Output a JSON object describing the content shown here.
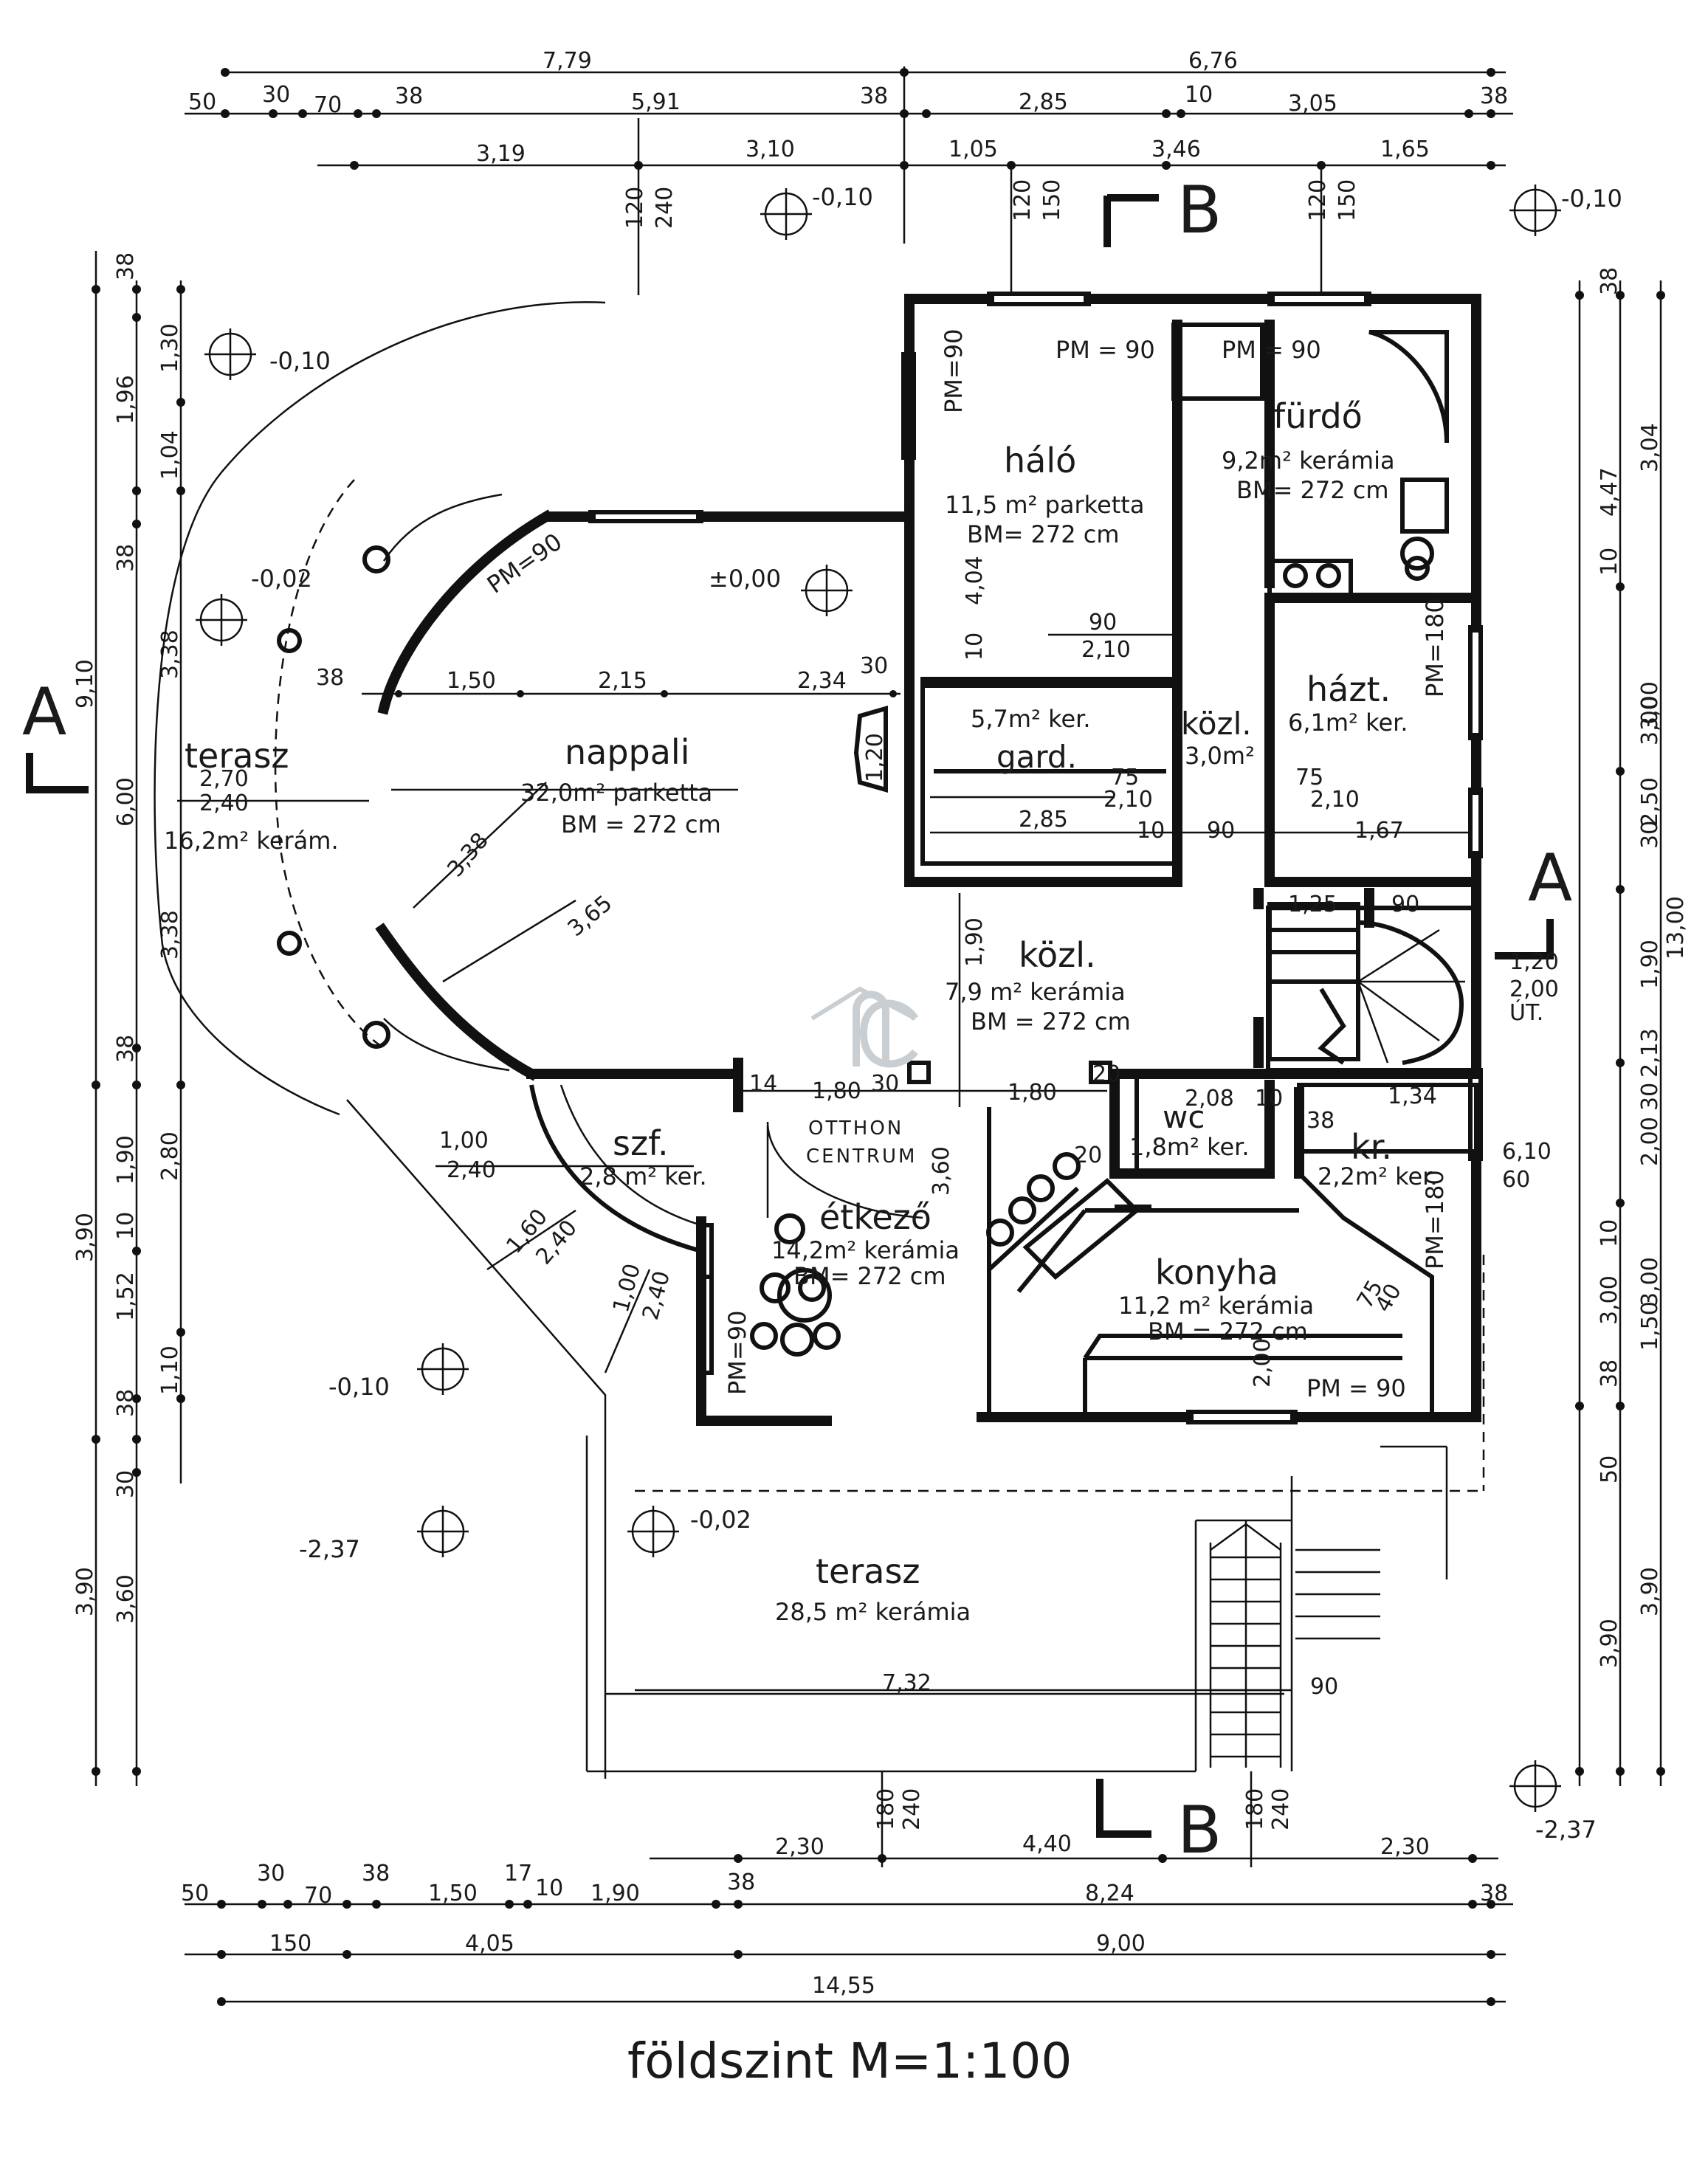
{
  "title": "földszint  M=1:100",
  "logo": {
    "line1": "OTTHON",
    "line2": "CENTRUM"
  },
  "section_marks": {
    "a": "A",
    "b": "B"
  },
  "levels": {
    "top_mid": "-0,10",
    "top_right": "-0,10",
    "left_top": "-0,10",
    "terrace_left": "-0,02",
    "center": "±0,00",
    "left_lower": "-0,10",
    "bottom_left": "-2,37",
    "bottom_terrace": "-0,02",
    "bottom_right": "-2,37"
  },
  "top_dims": {
    "row1": [
      "7,79",
      "6,76"
    ],
    "row2": [
      "50",
      "30",
      "70",
      "38",
      "5,91",
      "38",
      "2,85",
      "10",
      "3,05",
      "38"
    ],
    "row3": [
      "3,19",
      "3,10",
      "1,05",
      "3,46",
      "1,65"
    ],
    "window": [
      "120",
      "240",
      "120",
      "150",
      "120",
      "150"
    ]
  },
  "bottom_dims": {
    "row1": [
      "2,30",
      "4,40",
      "2,30"
    ],
    "row2": [
      "50",
      "30",
      "70",
      "38",
      "1,50",
      "17",
      "10",
      "1,90",
      "38",
      "8,24",
      "38"
    ],
    "row3": [
      "150",
      "4,05",
      "9,00"
    ],
    "row4": [
      "14,55"
    ],
    "window": [
      "180",
      "240",
      "180",
      "240"
    ]
  },
  "left_dims": {
    "outer": [
      "38",
      "1,96",
      "38",
      "6,00",
      "38",
      "3,90",
      "10",
      "38",
      "3,90"
    ],
    "inner": [
      "1,30",
      "1,04",
      "3,38",
      "3,38",
      "1,90",
      "2,80",
      "1,52",
      "1,10",
      "30",
      "3,60",
      "9,10"
    ]
  },
  "right_dims": {
    "outer": [
      "38",
      "4,47",
      "10",
      "3,00",
      "2,50",
      "30",
      "1,90",
      "2,13",
      "30",
      "2,00",
      "10",
      "3,00",
      "1,50",
      "38",
      "50",
      "3,90",
      "13,00"
    ],
    "inner": [
      "3,04",
      "3,00",
      "3,00",
      "3,90"
    ]
  },
  "rooms": [
    {
      "name": "háló",
      "area": "11,5 m² parketta",
      "height": "BM= 272 cm"
    },
    {
      "name": "fürdő",
      "area": "9,2m² kerámia",
      "height": "BM= 272 cm"
    },
    {
      "name": "házt.",
      "area": "6,1m² ker."
    },
    {
      "name": "gard.",
      "area": "5,7m² ker."
    },
    {
      "name": "közl.",
      "area": "3,0m²"
    },
    {
      "name": "nappali",
      "area": "32,0m² parketta",
      "height": "BM = 272 cm"
    },
    {
      "name": "terasz",
      "area": "16,2m² kerám."
    },
    {
      "name": "közl.",
      "area": "7,9 m² kerámia",
      "height": "BM = 272 cm"
    },
    {
      "name": "szf.",
      "area": "2,8 m² ker."
    },
    {
      "name": "étkező",
      "area": "14,2m² kerámia",
      "height": "BM= 272 cm"
    },
    {
      "name": "wc",
      "area": "1,8m² ker."
    },
    {
      "name": "kr.",
      "area": "2,2m² ker."
    },
    {
      "name": "konyha",
      "area": "11,2 m² kerámia",
      "height": "BM = 272 cm"
    },
    {
      "name": "terasz",
      "area": "28,5 m² kerámia"
    }
  ],
  "labels": {
    "pm90": "PM = 90",
    "pm90b": "PM=90",
    "pm180": "PM=180",
    "interior_dims": [
      "1,50",
      "2,15",
      "2,34",
      "30",
      "38",
      "2,70",
      "2,40",
      "3,38",
      "3,65",
      "1,20",
      "1,90",
      "75",
      "2,10",
      "90",
      "2,10",
      "75",
      "2,10",
      "2,85",
      "10",
      "90",
      "1,67",
      "1,25",
      "90",
      "1,80",
      "30",
      "1,80",
      "14",
      "20",
      "2,08",
      "10",
      "1,34",
      "38",
      "3,60",
      "1,00",
      "2,40",
      "1,60",
      "2,40",
      "1,00",
      "2,40",
      "7,32",
      "90",
      "2,00",
      "75",
      "40",
      "4,04",
      "10",
      "20",
      "6,10",
      "60",
      "1,20",
      "2,00",
      "ÚT."
    ]
  }
}
